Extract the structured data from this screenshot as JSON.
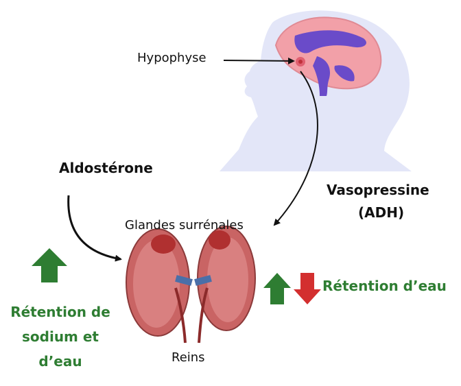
{
  "labels": {
    "hypophyse": "Hypophyse",
    "aldosterone": "Aldostérone",
    "vasopressine_line1": "Vasopressine",
    "vasopressine_line2": "(ADH)",
    "glandes": "Glandes surrénales",
    "reins": "Reins",
    "retention_eau": "Rétention d’eau",
    "retention_sodium": "Rétention de sodium et d’eau"
  },
  "colors": {
    "up_arrow": "#2e7d32",
    "down_arrow": "#d32f2f",
    "head_silhouette": "#e3e6f8",
    "brain": "#f2a0a8",
    "kidney": "#c96464"
  },
  "icons": {
    "up": "up-arrow-icon",
    "down": "down-arrow-icon"
  }
}
